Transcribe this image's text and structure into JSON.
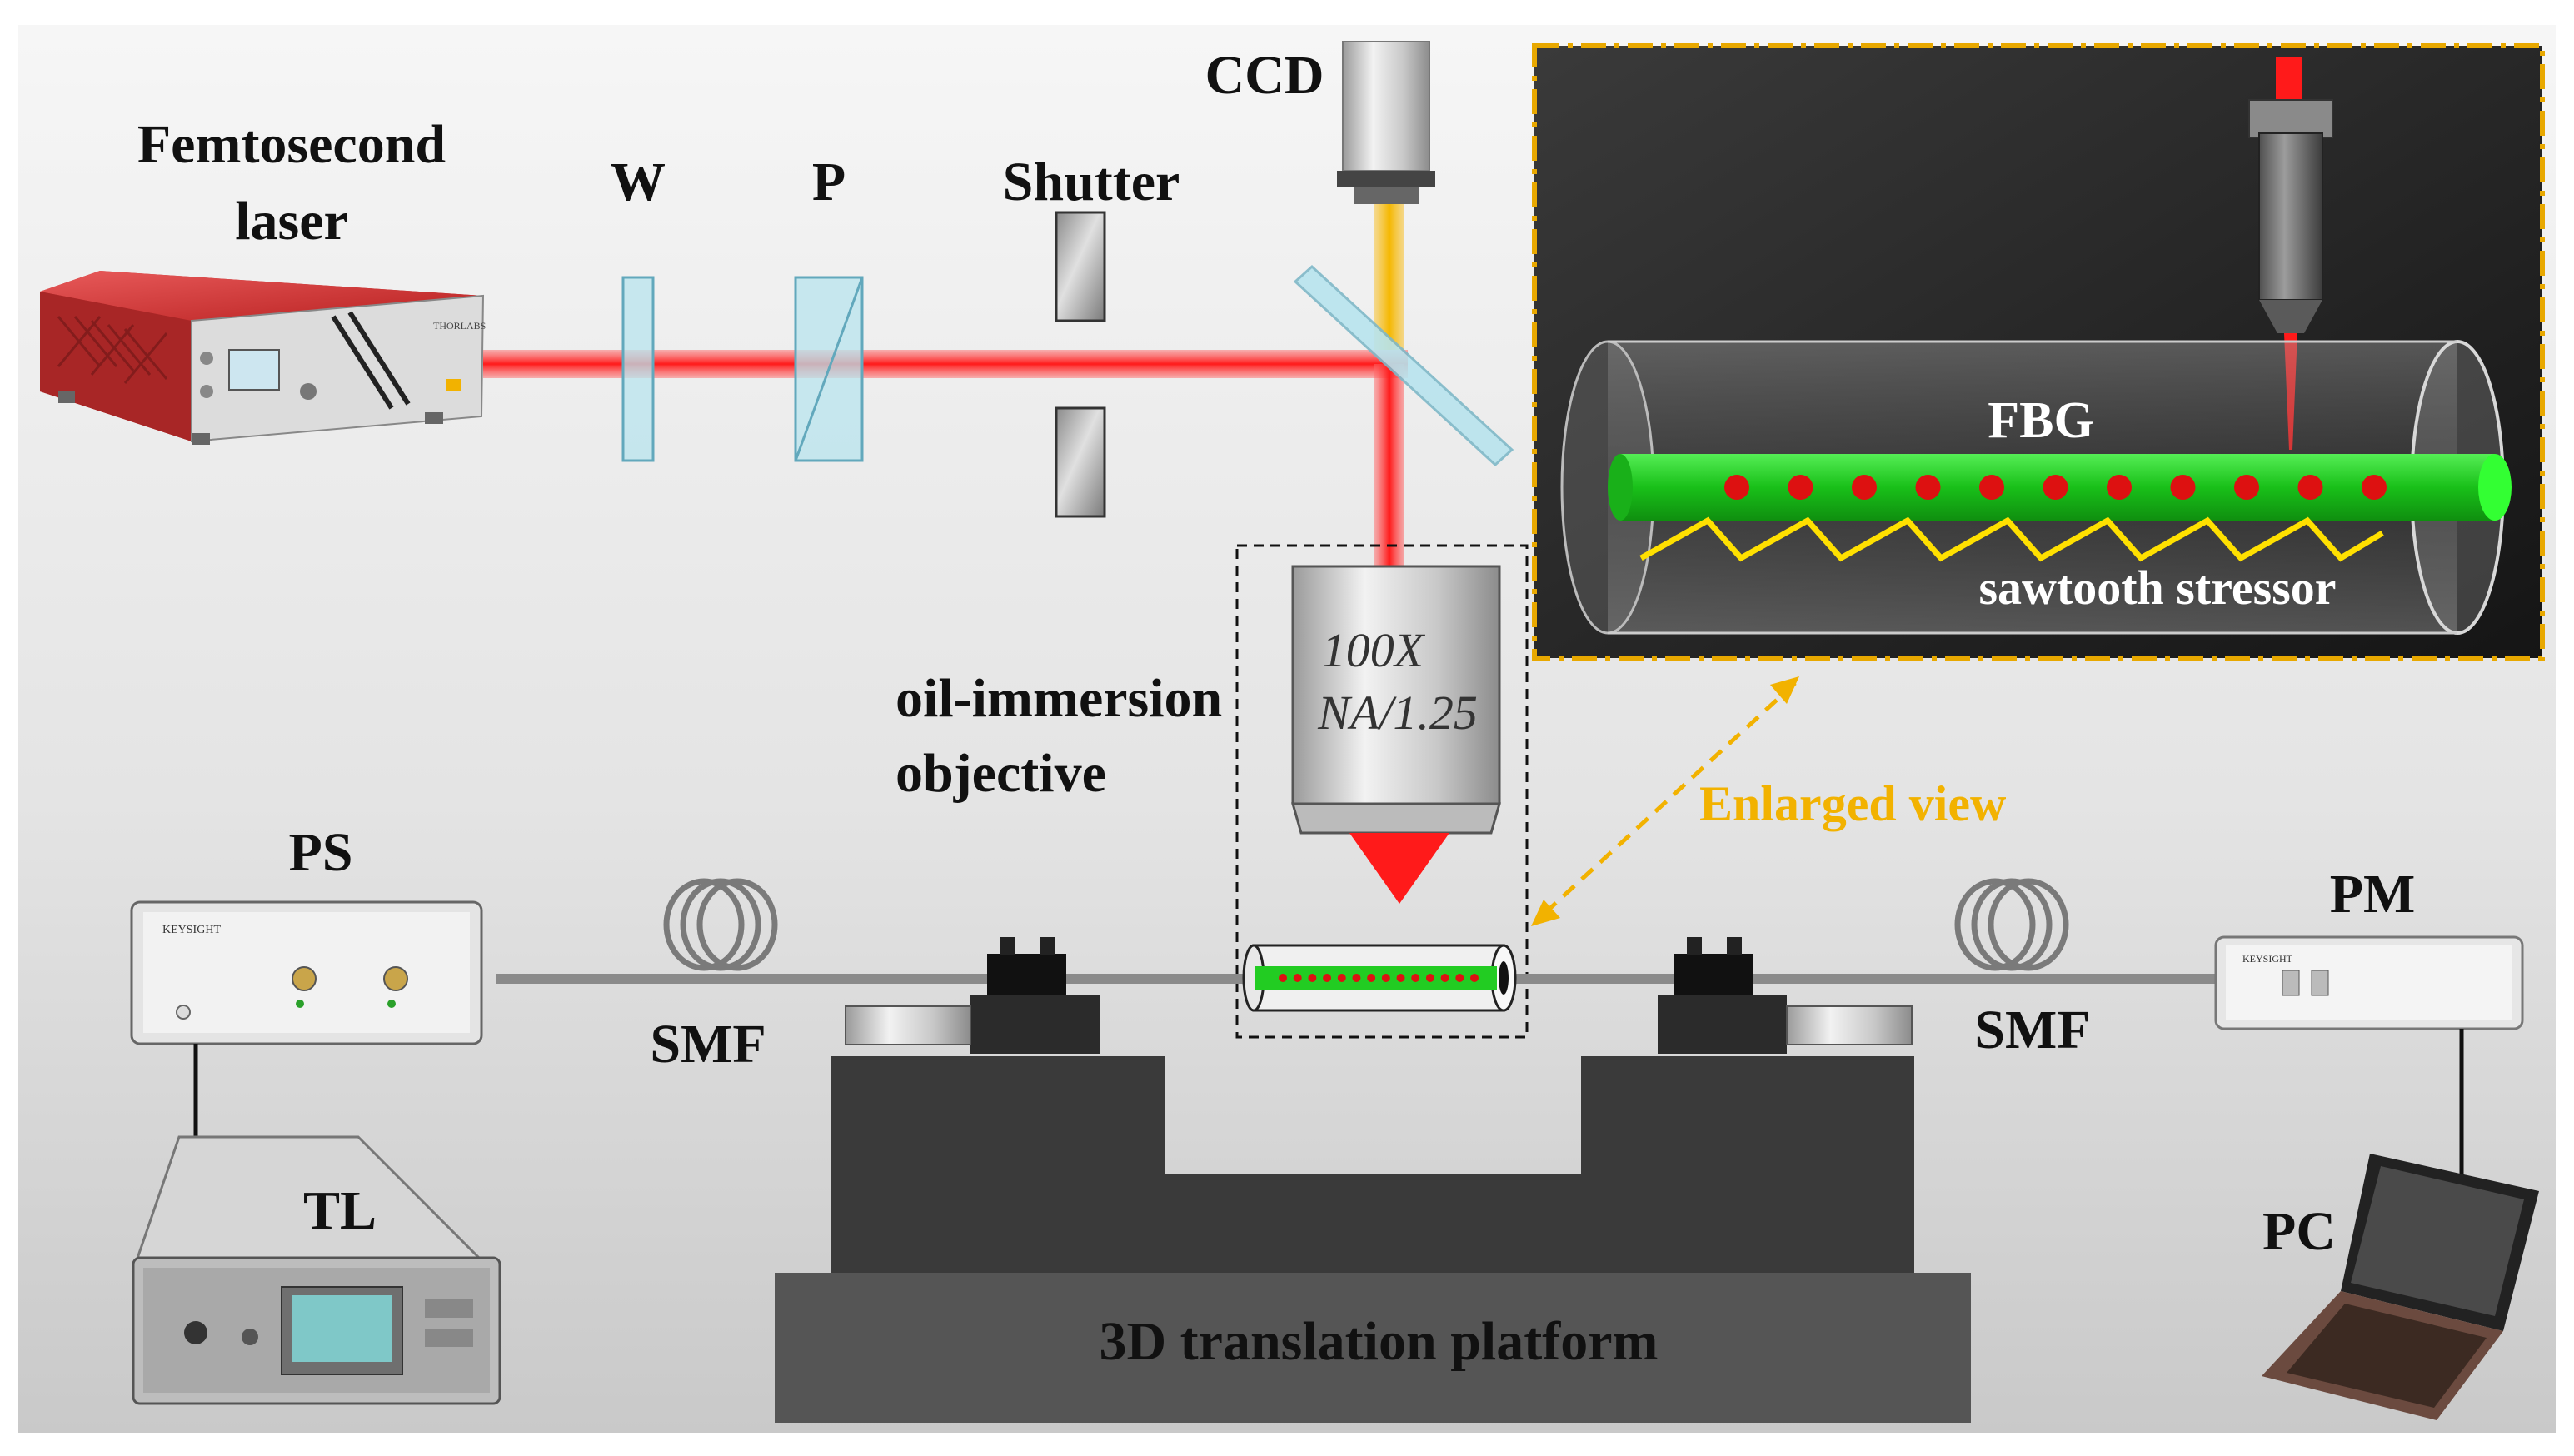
{
  "labels": {
    "femtosecond_line1": "Femtosecond",
    "femtosecond_line2": "laser",
    "waveplate": "W",
    "polarizer": "P",
    "shutter": "Shutter",
    "ccd": "CCD",
    "objective_line1": "oil-immersion",
    "objective_line2": "objective",
    "objective_mag": "100X",
    "objective_na": "NA/1.25",
    "ps": "PS",
    "smf_left": "SMF",
    "smf_right": "SMF",
    "pm": "PM",
    "tl": "TL",
    "pc": "PC",
    "platform": "3D translation platform",
    "fbg": "FBG",
    "stressor": "sawtooth stressor",
    "enlarged_view": "Enlarged view",
    "laser_brand": "THORLABS",
    "ps_brand": "KEYSIGHT",
    "pm_brand": "KEYSIGHT"
  },
  "colors": {
    "laser_beam": "#ff1a1a",
    "ccd_beam": "#f5b800",
    "enlarged_border": "#e8a800",
    "fiber_core": "#22cc22",
    "grating_dots": "#dd1111",
    "stressor": "#ffe000",
    "platform_base": "#555555",
    "platform_top": "#3a3a3a"
  },
  "grating_dot_count_inset": 11,
  "grating_dot_count_fiber": 14
}
